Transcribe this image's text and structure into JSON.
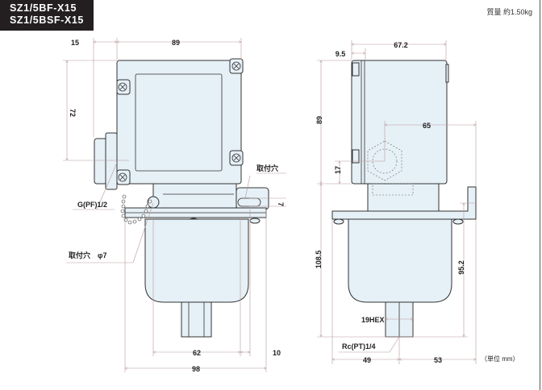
{
  "header": {
    "models": [
      "SZ1/5BF-X15",
      "SZ1/5BSF-X15"
    ],
    "weight": "質量 約1.50kg"
  },
  "front_view": {
    "dims": {
      "d15": "15",
      "d89": "89",
      "d72": "72",
      "d7": "7",
      "d62": "62",
      "d10": "10",
      "d98": "98"
    },
    "labels": {
      "mount_hole": "取付穴",
      "conduit": "G(PF)1/2",
      "mount_hole_dia": "取付穴　φ7"
    }
  },
  "side_view": {
    "dims": {
      "d9_5": "9.5",
      "d67_2": "67.2",
      "d89": "89",
      "d65": "65",
      "d17": "17",
      "d108_5": "108.5",
      "d95_2": "95.2",
      "d49": "49",
      "d53": "53"
    },
    "labels": {
      "hex": "19HEX",
      "port": "Rc(PT)1/4"
    }
  },
  "units": "（単位 mm）"
}
